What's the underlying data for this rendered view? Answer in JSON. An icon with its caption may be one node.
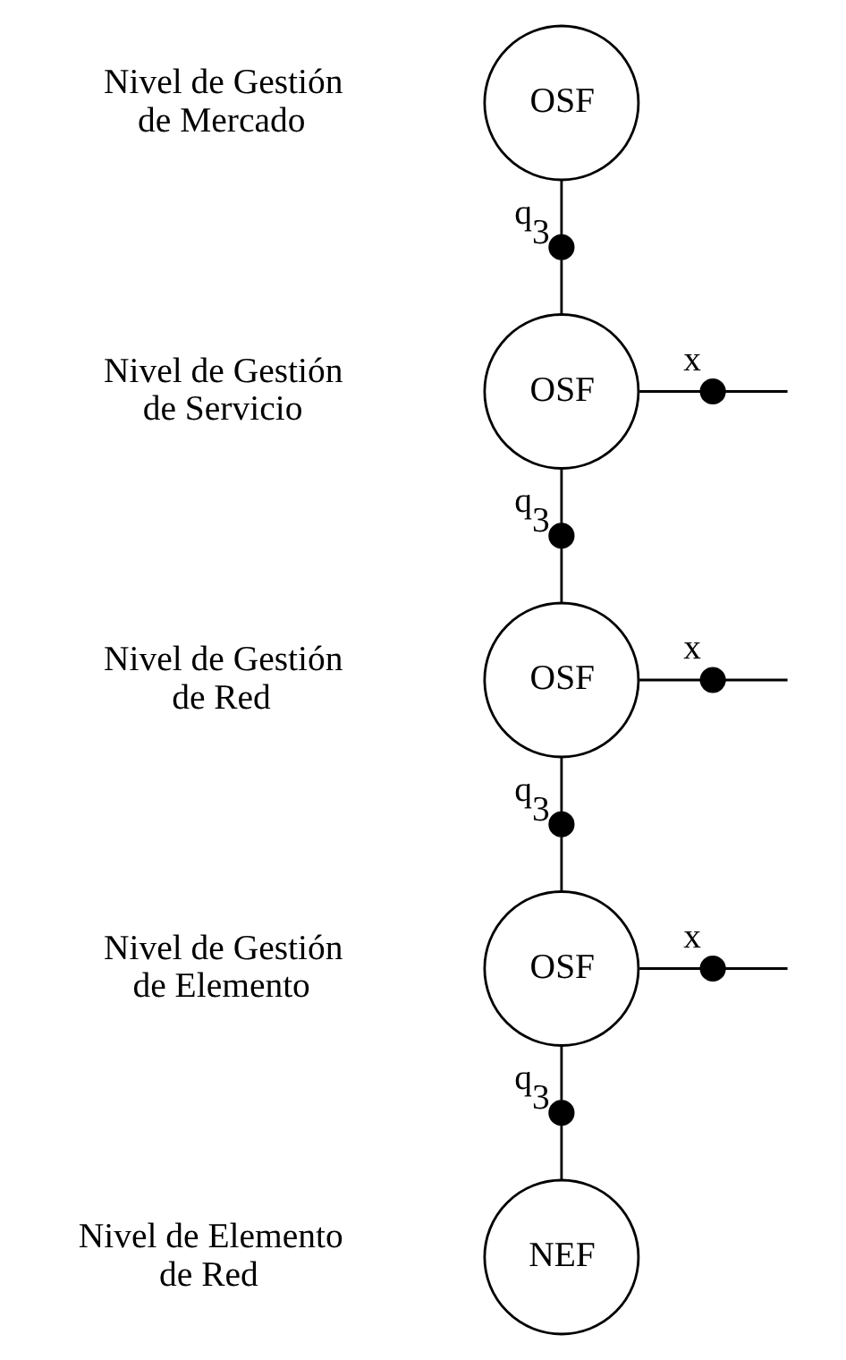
{
  "diagram": {
    "nodes": [
      {
        "text": [
          "OSF"
        ],
        "beside": [
          "Nivel de Gestión de Mercado"
        ]
      },
      {
        "text": [],
        "shape": "dot",
        "beside": [
          "q$_{3}$"
        ]
      },
      {
        "text": [
          "OSF"
        ],
        "beside": [
          "Nivel de Gestión de Servicio"
        ]
      },
      {
        "text": [],
        "shape": "dot",
        "beside": [
          "x"
        ]
      },
      {
        "text": [],
        "shape": "dot",
        "beside": [
          "q$_{3}$"
        ]
      },
      {
        "text": [
          "OSF"
        ],
        "beside": [
          "Nivel de Gestión de Red"
        ]
      },
      {
        "text": [],
        "shape": "dot",
        "beside": [
          "x"
        ]
      },
      {
        "text": [],
        "shape": "dot",
        "beside": [
          "q$_{3}$"
        ]
      },
      {
        "text": [
          "OSF"
        ],
        "beside": [
          "Nivel de Gestión de Elemento"
        ]
      },
      {
        "text": [],
        "shape": "dot",
        "beside": [
          "x"
        ]
      },
      {
        "text": [],
        "shape": "dot",
        "beside": [
          "q$_{3}$"
        ]
      },
      {
        "text": [
          "NEF"
        ],
        "beside": [
          "Nivel de Elemento de Red"
        ]
      }
    ],
    "edges": [
      {
        "from": 0,
        "to": 1,
        "arrow": "none"
      },
      {
        "from": 1,
        "to": 2,
        "arrow": "none"
      },
      {
        "from": 2,
        "to": 3,
        "arrow": "none"
      },
      {
        "from": 3,
        "to": null,
        "arrow": "none"
      },
      {
        "from": 2,
        "to": 4,
        "arrow": "none"
      },
      {
        "from": 4,
        "to": 5,
        "arrow": "none"
      },
      {
        "from": 5,
        "to": 6,
        "arrow": "none"
      },
      {
        "from": 6,
        "to": null,
        "arrow": "none"
      },
      {
        "from": 5,
        "to": 7,
        "arrow": "none"
      },
      {
        "from": 7,
        "to": 8,
        "arrow": "none"
      },
      {
        "from": 8,
        "to": 9,
        "arrow": "none"
      },
      {
        "from": 9,
        "to": null,
        "arrow": "none"
      },
      {
        "from": 8,
        "to": 10,
        "arrow": "none"
      },
      {
        "from": 10,
        "to": 11,
        "arrow": "none"
      }
    ]
  }
}
